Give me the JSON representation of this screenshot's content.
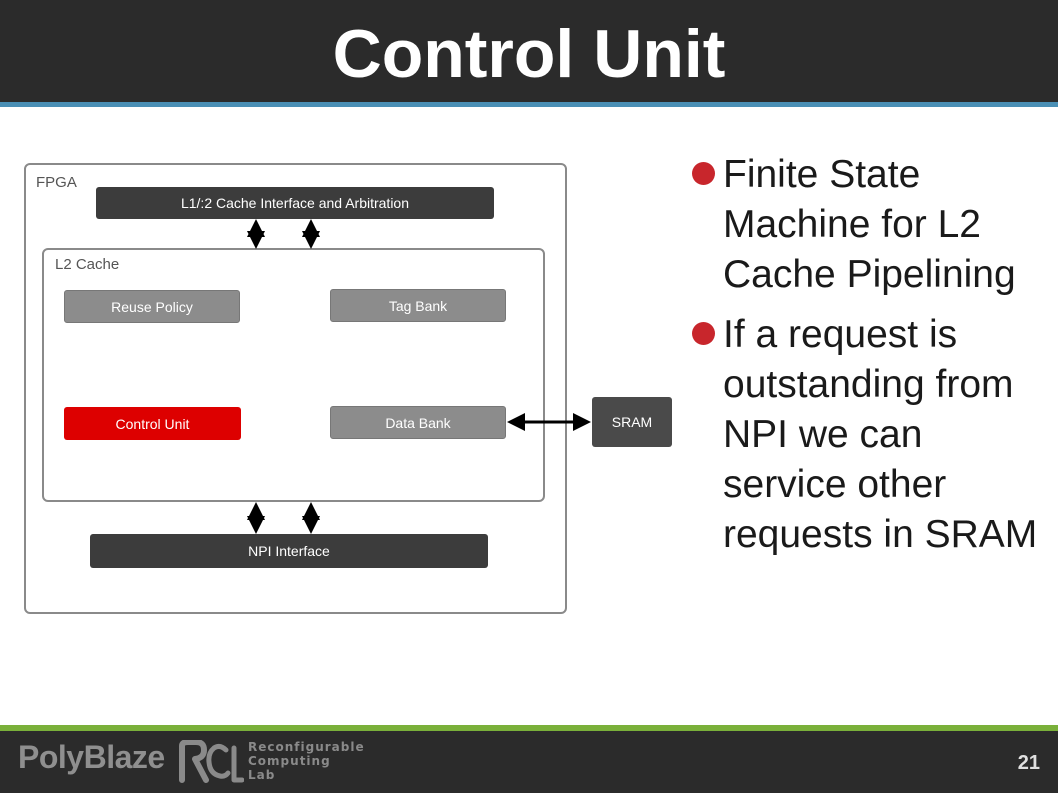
{
  "slide": {
    "title": "Control Unit",
    "page_number": "21"
  },
  "diagram": {
    "fpga_label": "FPGA",
    "l2_label": "L2 Cache",
    "cache_interface": "L1/:2 Cache Interface and Arbitration",
    "reuse_policy": "Reuse Policy",
    "tag_bank": "Tag Bank",
    "control_unit": "Control Unit",
    "data_bank": "Data Bank",
    "sram": "SRAM",
    "npi_interface": "NPI Interface"
  },
  "bullets": [
    "Finite State Machine for L2 Cache Pipelining",
    "If a request is outstanding from NPI we can service other requests in SRAM"
  ],
  "footer": {
    "brand": "PolyBlaze",
    "lab_line1": "Reconfigurable",
    "lab_line2": "Computing",
    "lab_line3": "Lab"
  },
  "colors": {
    "header": "#2b2b2b",
    "header_stripe": "#4a8fb5",
    "footer_stripe": "#7ab03a",
    "control_unit": "#dd0000",
    "bullet_dot": "#c8262c"
  }
}
